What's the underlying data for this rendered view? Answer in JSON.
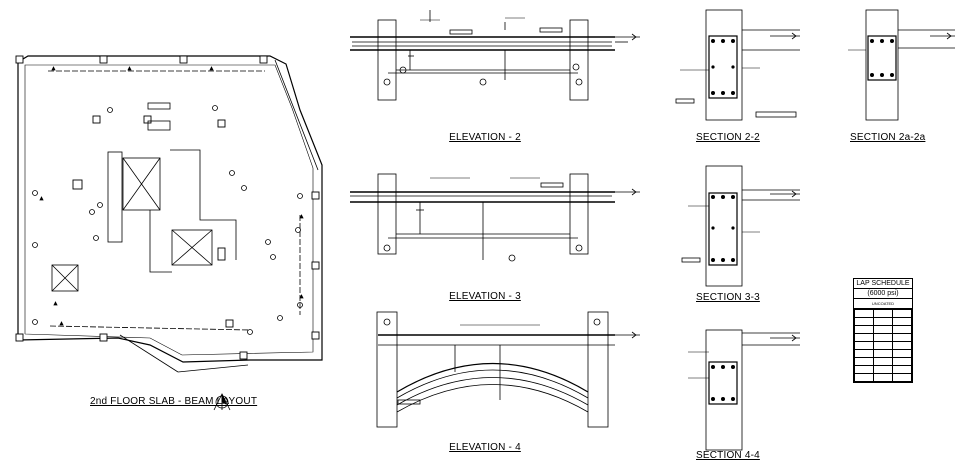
{
  "titles": {
    "plan": "2nd FLOOR SLAB - BEAM LAYOUT",
    "elev2": "ELEVATION - 2",
    "elev3": "ELEVATION - 3",
    "elev4": "ELEVATION - 4",
    "sec22": "SECTION 2-2",
    "sec33": "SECTION 3-3",
    "sec44": "SECTION 4-4",
    "sec2a": "SECTION 2a-2a"
  },
  "lap_schedule": {
    "title": "LAP SCHEDULE",
    "subtitle": "(6000 psi)",
    "note": "UNCOATED",
    "rows": [
      [
        "",
        "",
        ""
      ],
      [
        "",
        "",
        ""
      ],
      [
        "",
        "",
        ""
      ],
      [
        "",
        "",
        ""
      ],
      [
        "",
        "",
        ""
      ],
      [
        "",
        "",
        ""
      ],
      [
        "",
        "",
        ""
      ],
      [
        "",
        "",
        ""
      ],
      [
        "",
        "",
        ""
      ]
    ]
  },
  "colors": {
    "ink": "#000000",
    "paper": "#ffffff"
  }
}
